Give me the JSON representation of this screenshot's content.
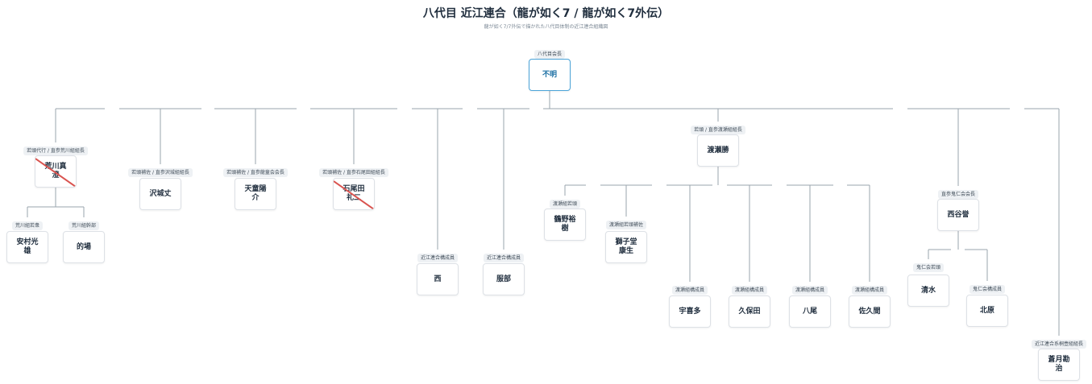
{
  "title": "八代目 近江連合（龍が如く7 / 龍が如く7外伝）",
  "subtitle": "龍が如く7/7外伝で描かれた八代目体制の近江連合組織図",
  "colors": {
    "line": "#9aa4ae",
    "strike": "#d9534f",
    "top_border": "#4aa3d8"
  },
  "nodes": [
    {
      "id": "n1",
      "role": "八代目会長",
      "name": "不明"
    },
    {
      "id": "n2",
      "role": "若頭代行 / 直参荒川組組長",
      "name": "荒川真\n澄",
      "deceased": true
    },
    {
      "id": "n3",
      "role": "荒川組若衆",
      "name": "安村光\n雄"
    },
    {
      "id": "n4",
      "role": "荒川組幹部",
      "name": "的場"
    },
    {
      "id": "n5",
      "role": "若頭補佐 / 直参沢城組組長",
      "name": "沢城丈"
    },
    {
      "id": "n6",
      "role": "若頭補佐 / 直参龍童会会長",
      "name": "天童陽\n介"
    },
    {
      "id": "n7",
      "role": "若頭補佐 / 直参石尾田組組長",
      "name": "石尾田\n礼二",
      "deceased": true
    },
    {
      "id": "n8",
      "role": "近江連合構成員",
      "name": "西"
    },
    {
      "id": "n9",
      "role": "近江連合構成員",
      "name": "服部"
    },
    {
      "id": "n10",
      "role": "若頭 / 直参渡瀬組組長",
      "name": "渡瀬勝"
    },
    {
      "id": "n11",
      "role": "渡瀬組若頭",
      "name": "鶴野裕\n樹"
    },
    {
      "id": "n12",
      "role": "渡瀬組若頭補佐",
      "name": "獅子堂\n康生"
    },
    {
      "id": "n13",
      "role": "渡瀬組構成員",
      "name": "宇喜多"
    },
    {
      "id": "n14",
      "role": "渡瀬組構成員",
      "name": "久保田"
    },
    {
      "id": "n15",
      "role": "渡瀬組構成員",
      "name": "八尾"
    },
    {
      "id": "n16",
      "role": "渡瀬組構成員",
      "name": "佐久間"
    },
    {
      "id": "n17",
      "role": "直参鬼仁会会長",
      "name": "西谷誉"
    },
    {
      "id": "n18",
      "role": "鬼仁会若頭",
      "name": "清水"
    },
    {
      "id": "n19",
      "role": "鬼仁会構成員",
      "name": "北原"
    },
    {
      "id": "n20",
      "role": "近江連合系桐壺組組長",
      "name": "蒼月勘\n治"
    }
  ]
}
